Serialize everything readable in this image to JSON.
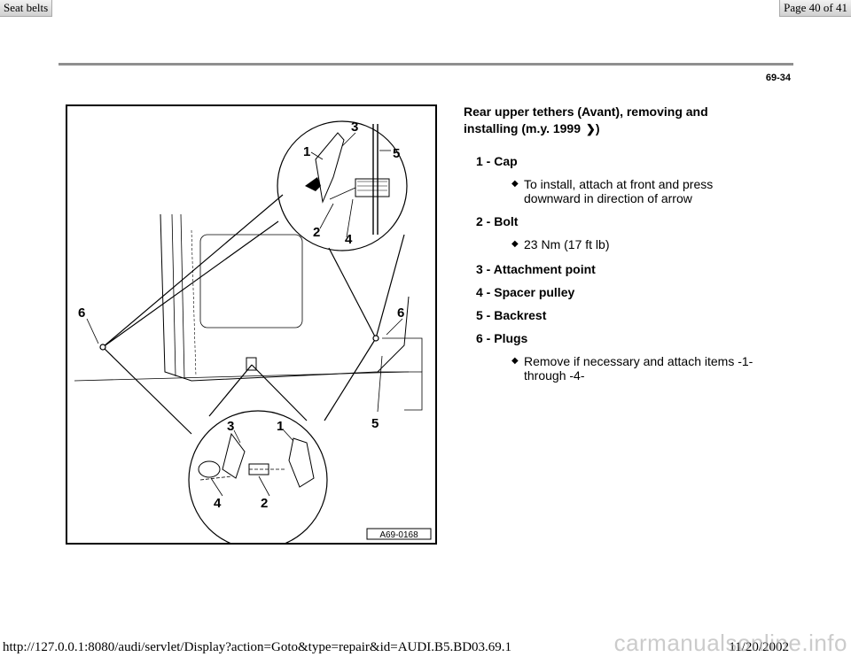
{
  "header": {
    "left": "Seat belts",
    "right": "Page 40 of 41"
  },
  "page_number": "69-34",
  "title_line1": "Rear upper tethers (Avant), removing and",
  "title_line2": "installing (m.y. 1999",
  "title_close": ")",
  "items": [
    {
      "label": "1 - Cap",
      "bullets": [
        "To install, attach at front and press",
        "downward in direction of arrow"
      ]
    },
    {
      "label": "2 - Bolt",
      "bullets": [
        "23 Nm (17 ft lb)"
      ]
    },
    {
      "label": "3 - Attachment point"
    },
    {
      "label": "4 - Spacer pulley"
    },
    {
      "label": "5 - Backrest"
    },
    {
      "label": "6 - Plugs",
      "bullets": [
        "Remove if necessary and attach items -1-",
        "through -4-"
      ]
    }
  ],
  "figure": {
    "id": "A69-0168",
    "callouts": [
      "3",
      "1",
      "5",
      "2",
      "4",
      "6",
      "6",
      "5",
      "3",
      "1",
      "4",
      "2"
    ]
  },
  "footer": {
    "url": "http://127.0.0.1:8080/audi/servlet/Display?action=Goto&type=repair&id=AUDI.B5.BD03.69.1",
    "date": "11/20/2002",
    "watermark": "carmanualsonline.info"
  }
}
